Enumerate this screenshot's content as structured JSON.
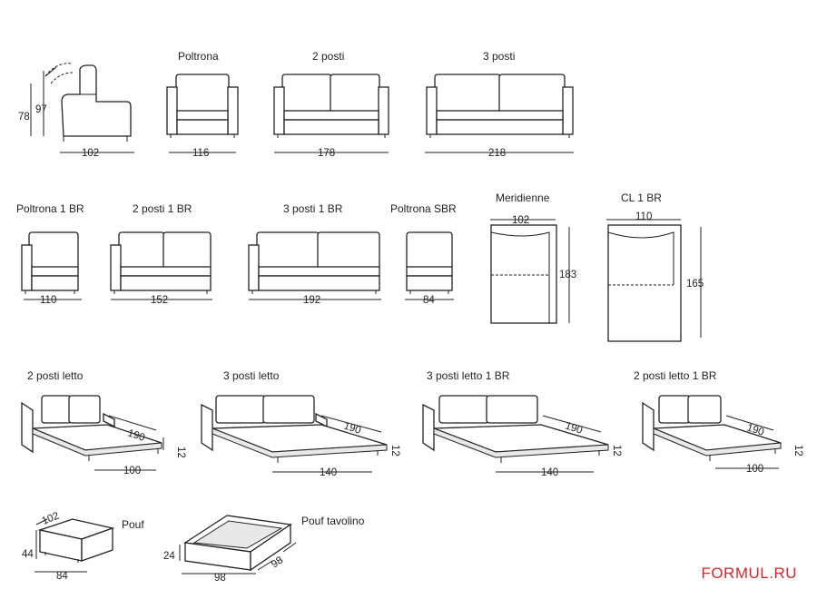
{
  "items": {
    "side": {
      "height": "78",
      "height_recline": "97",
      "depth": "102"
    },
    "poltrona": {
      "name": "Poltrona",
      "width": "116"
    },
    "posti2": {
      "name": "2 posti",
      "width": "178"
    },
    "posti3": {
      "name": "3 posti",
      "width": "218"
    },
    "poltrona_1br": {
      "name": "Poltrona 1 BR",
      "width": "110"
    },
    "posti2_1br": {
      "name": "2 posti 1 BR",
      "width": "152"
    },
    "posti3_1br": {
      "name": "3 posti 1 BR",
      "width": "192"
    },
    "poltrona_sbr": {
      "name": "Poltrona SBR",
      "width": "84"
    },
    "meridienne": {
      "name": "Meridienne",
      "width": "102",
      "length": "183"
    },
    "cl1br": {
      "name": "CL 1 BR",
      "width": "110",
      "length": "165"
    },
    "letto2": {
      "name": "2 posti letto",
      "bed_length": "190",
      "bed_height": "12",
      "bed_width": "100"
    },
    "letto3": {
      "name": "3 posti letto",
      "bed_length": "190",
      "bed_height": "12",
      "bed_width": "140"
    },
    "letto3_1br": {
      "name": "3 posti letto 1 BR",
      "bed_length": "190",
      "bed_height": "12",
      "bed_width": "140"
    },
    "letto2_1br": {
      "name": "2 posti letto 1 BR",
      "bed_length": "190",
      "bed_height": "12",
      "bed_width": "100"
    },
    "pouf": {
      "name": "Pouf",
      "depth": "102",
      "height": "44",
      "width": "84"
    },
    "pouf_tavolino": {
      "name": "Pouf tavolino",
      "height": "24",
      "width": "98",
      "depth": "98"
    }
  },
  "brand": "FORMUL.RU"
}
